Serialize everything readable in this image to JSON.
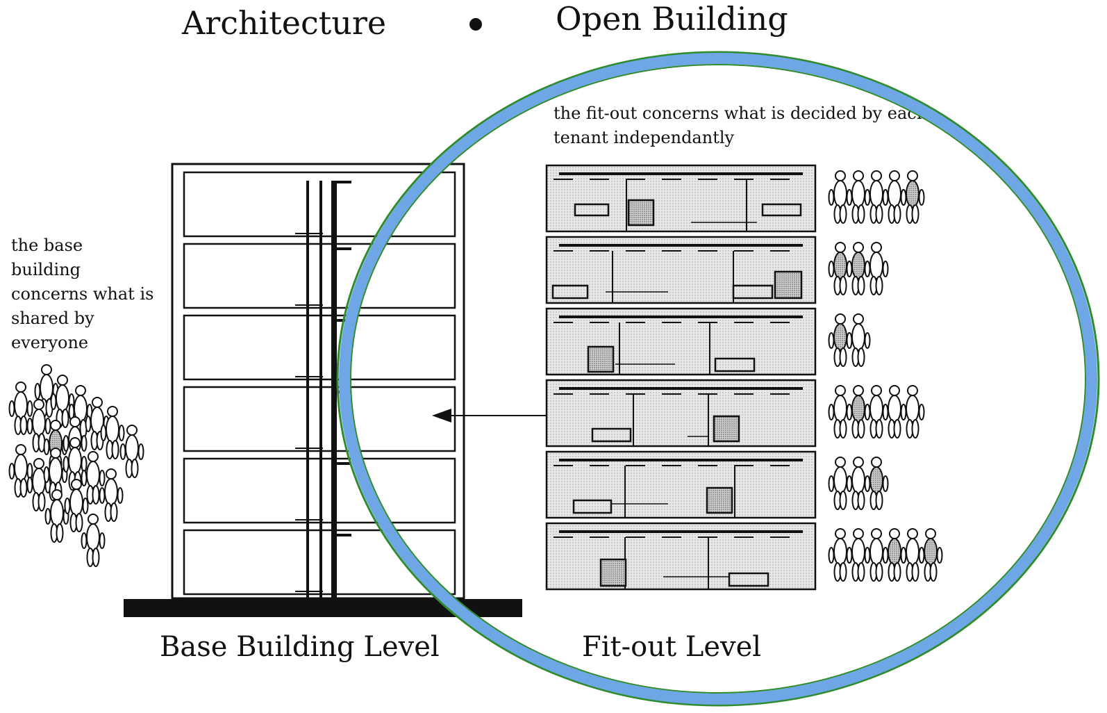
{
  "header": {
    "left_title": "Architecture",
    "separator": "•",
    "right_title": "Open Building"
  },
  "base": {
    "description": "the base building concerns what is shared by everyone",
    "label": "Base Building Level"
  },
  "fitout": {
    "description": "the fit-out concerns what is decided by each tenant independantly",
    "label": "Fit-out Level",
    "tenants_per_floor": [
      5,
      3,
      2,
      5,
      3,
      6
    ]
  },
  "colors": {
    "ring_outer": "#2e8b2e",
    "ring_fill": "#6fa6e6",
    "floor_fill": "#e4e4e4",
    "ink": "#111111"
  }
}
